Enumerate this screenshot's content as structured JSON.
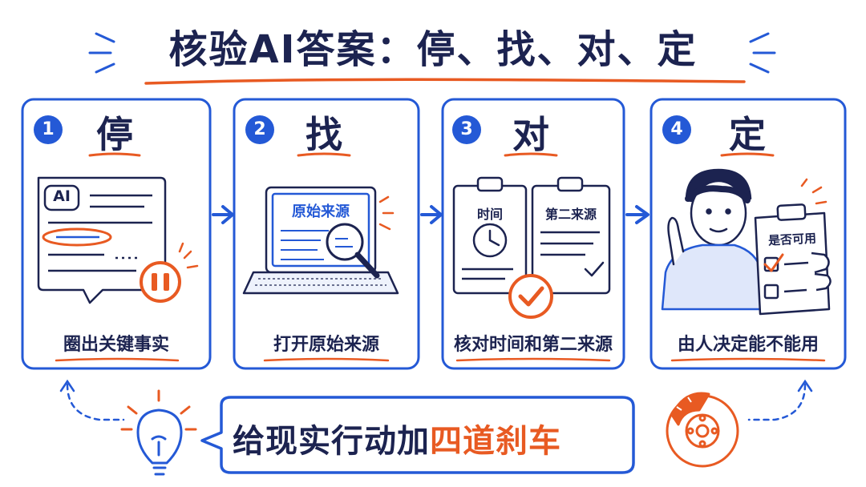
{
  "title": "核验AI答案：停、找、对、定",
  "colors": {
    "blue": "#2459d6",
    "navy": "#1c2350",
    "orange": "#e85a22"
  },
  "steps": [
    {
      "number": "1",
      "title": "停",
      "caption": "圈出关键事实",
      "icons": [
        "chat-bubble-icon",
        "pause-icon"
      ],
      "bubble_label": "AI"
    },
    {
      "number": "2",
      "title": "找",
      "caption": "打开原始来源",
      "icons": [
        "laptop-icon",
        "magnifier-icon"
      ],
      "screen_label": "原始来源"
    },
    {
      "number": "3",
      "title": "对",
      "caption": "核对时间和第二来源",
      "icons": [
        "clock-icon",
        "clipboard-icon",
        "check-circle-icon"
      ],
      "doc1_label": "时间",
      "doc2_label": "第二来源"
    },
    {
      "number": "4",
      "title": "定",
      "caption": "由人决定能不能用",
      "icons": [
        "person-icon",
        "clipboard-icon",
        "checkbox-icon"
      ],
      "clipboard_label": "是否可用"
    }
  ],
  "banner": {
    "text_main": "给现实行动加",
    "text_accent": "四道刹车",
    "icons": [
      "lightbulb-icon",
      "brake-disc-icon"
    ]
  }
}
